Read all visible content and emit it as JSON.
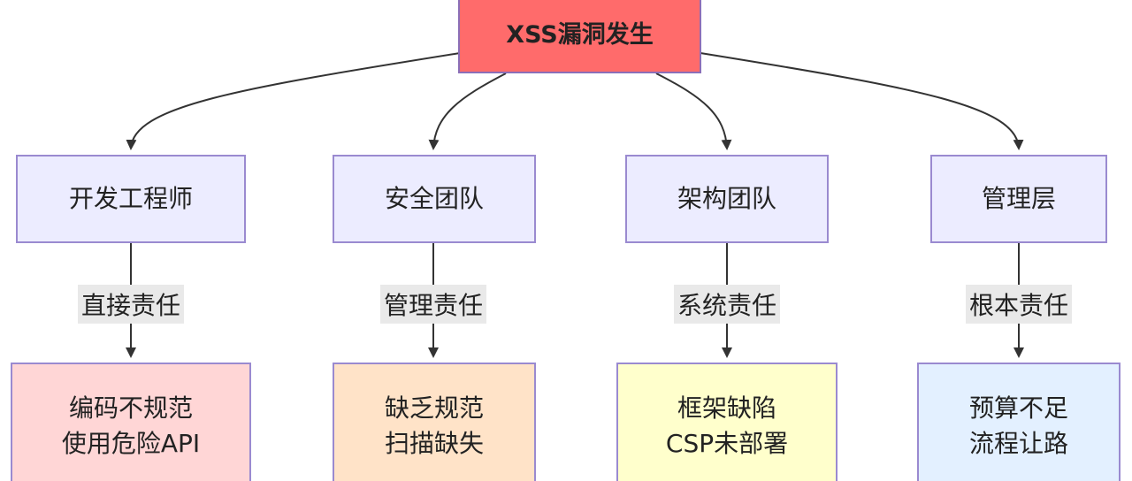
{
  "root": {
    "label": "XSS漏洞发生",
    "color": "#ff6b6b"
  },
  "roles": [
    {
      "label": "开发工程师",
      "color": "#ececff"
    },
    {
      "label": "安全团队",
      "color": "#ececff"
    },
    {
      "label": "架构团队",
      "color": "#ececff"
    },
    {
      "label": "管理层",
      "color": "#ececff"
    }
  ],
  "responsibilities": [
    {
      "label": "直接责任"
    },
    {
      "label": "管理责任"
    },
    {
      "label": "系统责任"
    },
    {
      "label": "根本责任"
    }
  ],
  "issues": [
    {
      "lines": [
        "编码不规范",
        "使用危险API"
      ],
      "color": "#ffd6d6"
    },
    {
      "lines": [
        "缺乏规范",
        "扫描缺失"
      ],
      "color": "#ffe3c8"
    },
    {
      "lines": [
        "框架缺陷",
        "CSP未部署"
      ],
      "color": "#ffffcc"
    },
    {
      "lines": [
        "预算不足",
        "流程让路"
      ],
      "color": "#e3f0ff"
    }
  ]
}
